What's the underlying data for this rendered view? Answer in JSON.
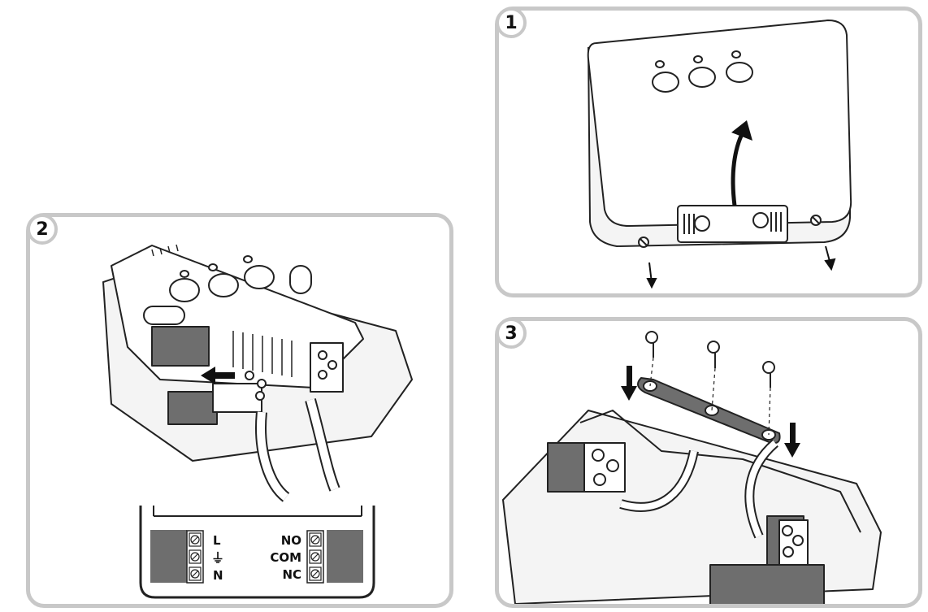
{
  "steps": [
    {
      "number": "1"
    },
    {
      "number": "2"
    },
    {
      "number": "3"
    }
  ],
  "terminal_labels": {
    "left": [
      "L",
      "⏚",
      "N"
    ],
    "right": [
      "NO",
      "COM",
      "NC"
    ]
  },
  "colors": {
    "panel_border": "#c8c8c8",
    "block_gray": "#6e6e6e",
    "line": "#222222"
  }
}
